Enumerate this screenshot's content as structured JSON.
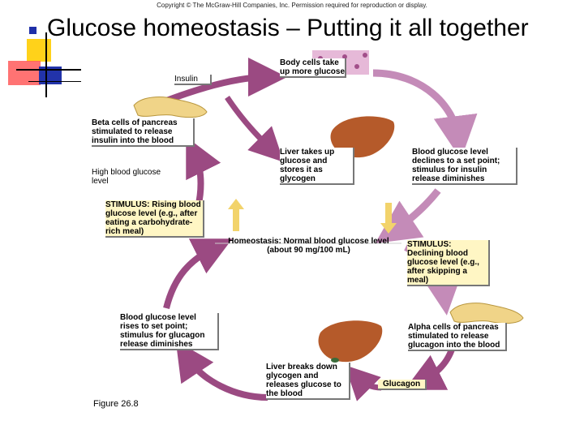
{
  "copyright": "Copyright © The McGraw-Hill Companies, Inc. Permission required for reproduction or display.",
  "title": "Glucose homeostasis – Putting it all together",
  "labels": {
    "insulin": "Insulin",
    "body_cells": "Body cells take up more glucose",
    "beta_cells": "Beta cells of pancreas stimulated to release insulin into the blood",
    "liver_takes": "Liver takes up glucose and stores it as glycogen",
    "blood_declines": "Blood glucose level declines to a set point; stimulus for insulin release diminishes",
    "high_blood": "High blood glucose level",
    "stimulus_rising": "STIMULUS: Rising blood glucose level (e.g., after eating a carbohydrate-rich meal)",
    "homeostasis": "Homeostasis: Normal blood glucose level (about 90 mg/100 mL)",
    "stimulus_declining": "STIMULUS: Declining blood glucose level (e.g., after skipping a meal)",
    "blood_rises": "Blood glucose level rises to set point; stimulus for glucagon release diminishes",
    "alpha_cells": "Alpha cells of pancreas stimulated to release glucagon into the blood",
    "liver_breaks": "Liver breaks down glycogen and releases glucose to the blood",
    "glucagon": "Glucagon",
    "figure": "Figure 26.8"
  },
  "colors": {
    "cycle": "#9b4a82",
    "arrow_light": "#c48bb8",
    "bullet": "#1f2fa8",
    "liver": "#b55a2a",
    "pancreas": "#f0d488",
    "homeostasis_arrow": "#f2d36b"
  }
}
